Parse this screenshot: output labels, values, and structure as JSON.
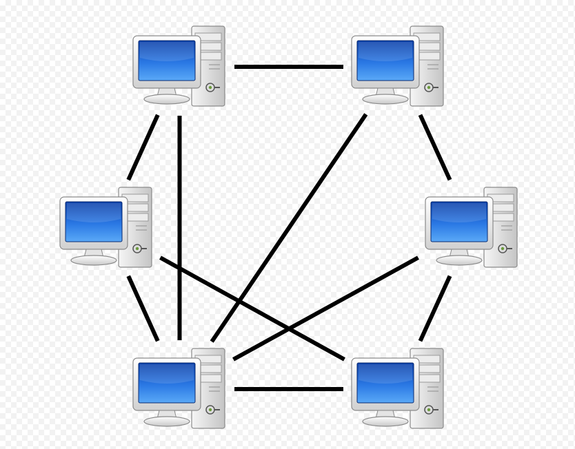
{
  "diagram": {
    "type": "network-topology",
    "node_icon": "desktop-computer-icon",
    "colors": {
      "link": "#000000",
      "screen_dark": "#0a3fa8",
      "screen_light": "#3b8ef0",
      "case_light": "#f6f6f6",
      "case_dark": "#c4c4c4",
      "outline": "#8a8a8a"
    },
    "nodes": [
      {
        "id": "top-left"
      },
      {
        "id": "top-right"
      },
      {
        "id": "middle-left"
      },
      {
        "id": "middle-right"
      },
      {
        "id": "bottom-left"
      },
      {
        "id": "bottom-right"
      }
    ],
    "links": [
      {
        "from": "top-left",
        "to": "top-right"
      },
      {
        "from": "top-left",
        "to": "middle-left"
      },
      {
        "from": "top-left",
        "to": "bottom-left"
      },
      {
        "from": "top-right",
        "to": "middle-right"
      },
      {
        "from": "top-right",
        "to": "bottom-left"
      },
      {
        "from": "middle-left",
        "to": "bottom-left"
      },
      {
        "from": "middle-left",
        "to": "bottom-right"
      },
      {
        "from": "middle-right",
        "to": "bottom-left"
      },
      {
        "from": "middle-right",
        "to": "bottom-right"
      },
      {
        "from": "bottom-left",
        "to": "bottom-right"
      }
    ]
  }
}
